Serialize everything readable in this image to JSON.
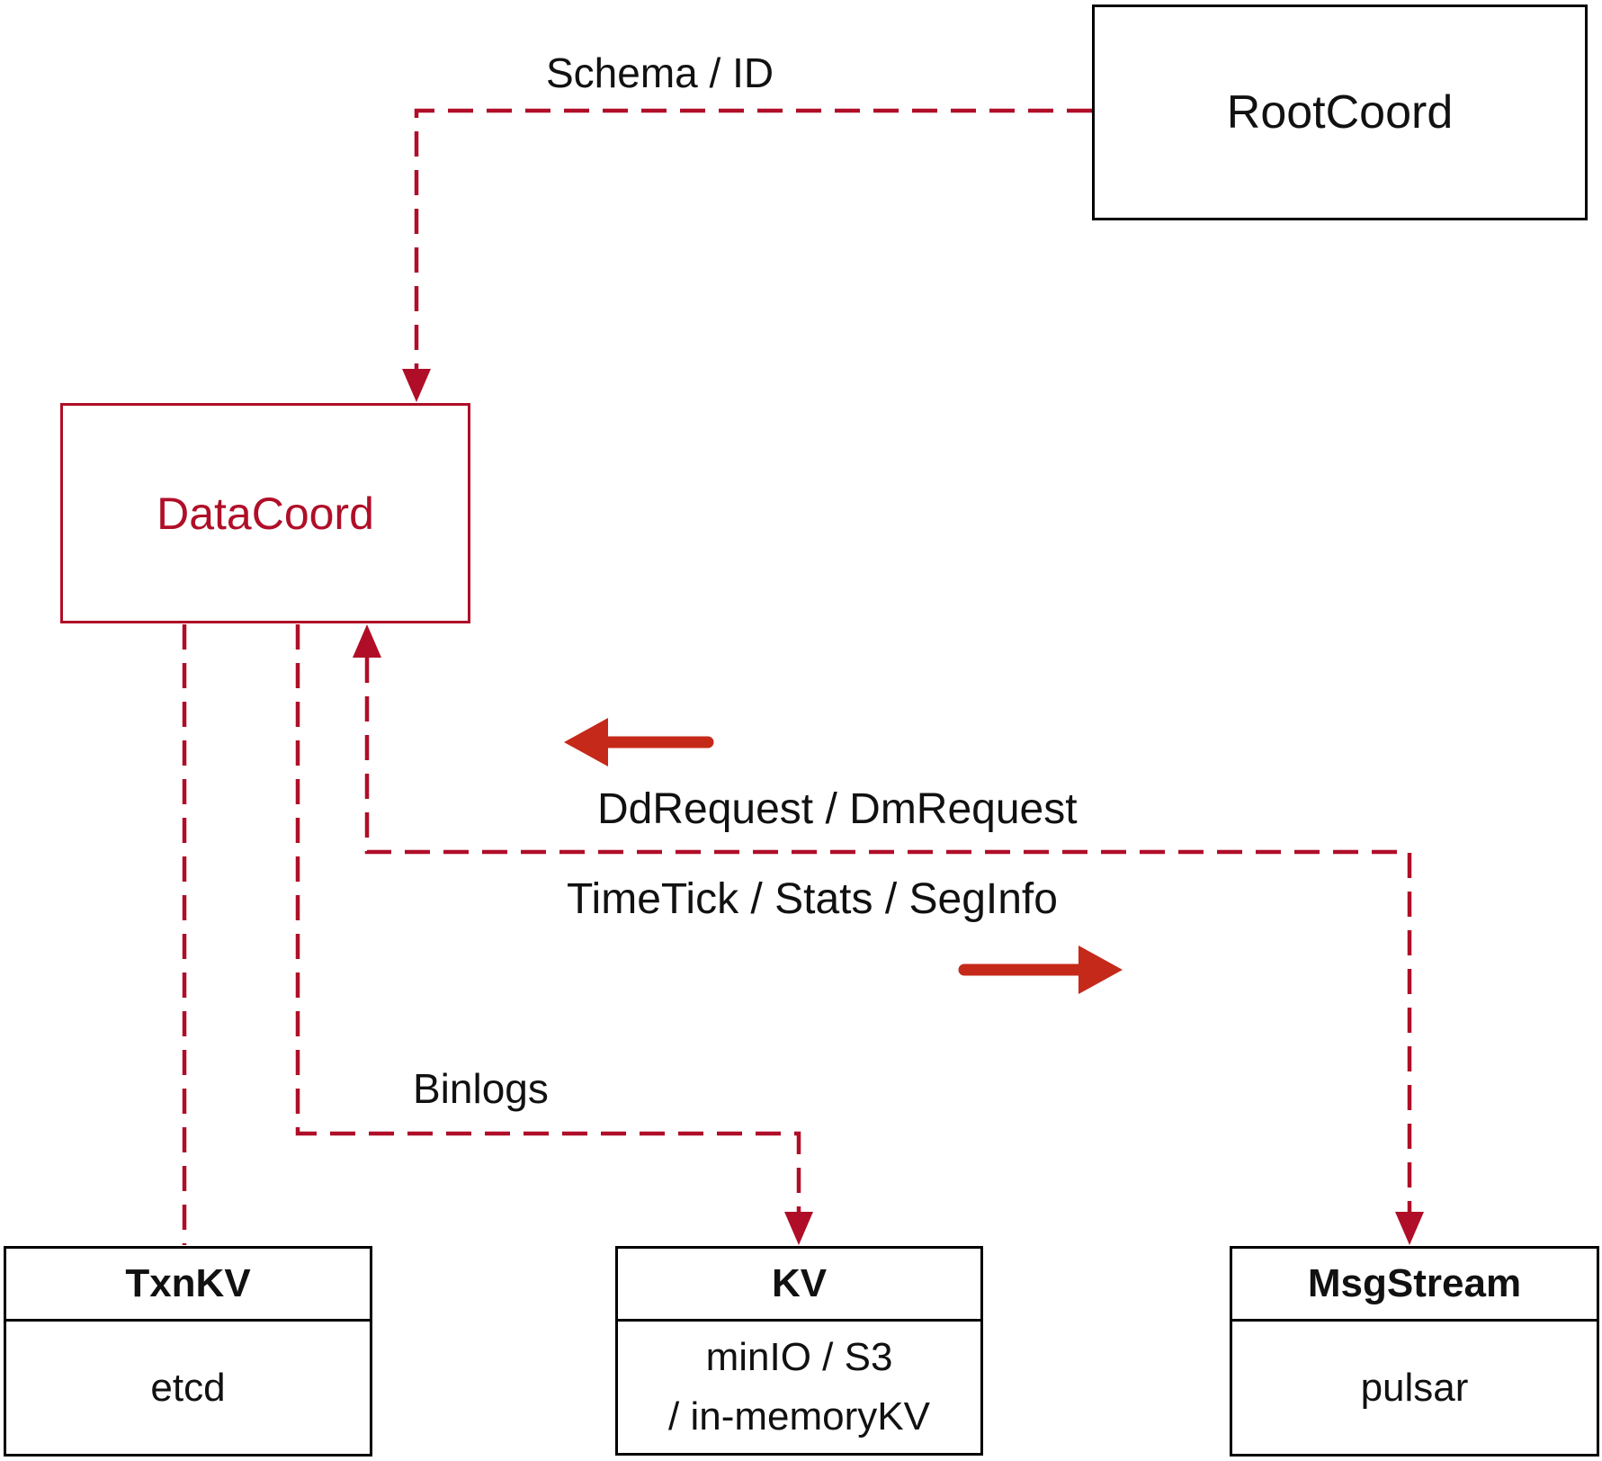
{
  "colors": {
    "line_red": "#b00e28",
    "arrow_red": "#c5291a",
    "box_black": "#000000"
  },
  "nodes": {
    "rootcoord": {
      "label": "RootCoord"
    },
    "datacoord": {
      "label": "DataCoord"
    },
    "txnkv": {
      "title": "TxnKV",
      "body": "etcd"
    },
    "kv": {
      "title": "KV",
      "body_line1": "minIO / S3",
      "body_line2": "/ in-memoryKV"
    },
    "msgstream": {
      "title": "MsgStream",
      "body": "pulsar"
    }
  },
  "edges": {
    "schema_id": {
      "label": "Schema / ID"
    },
    "dd_dm_request": {
      "label": "DdRequest / DmRequest"
    },
    "timetick_stats_seginfo": {
      "label": "TimeTick / Stats / SegInfo"
    },
    "binlogs": {
      "label": "Binlogs"
    }
  }
}
